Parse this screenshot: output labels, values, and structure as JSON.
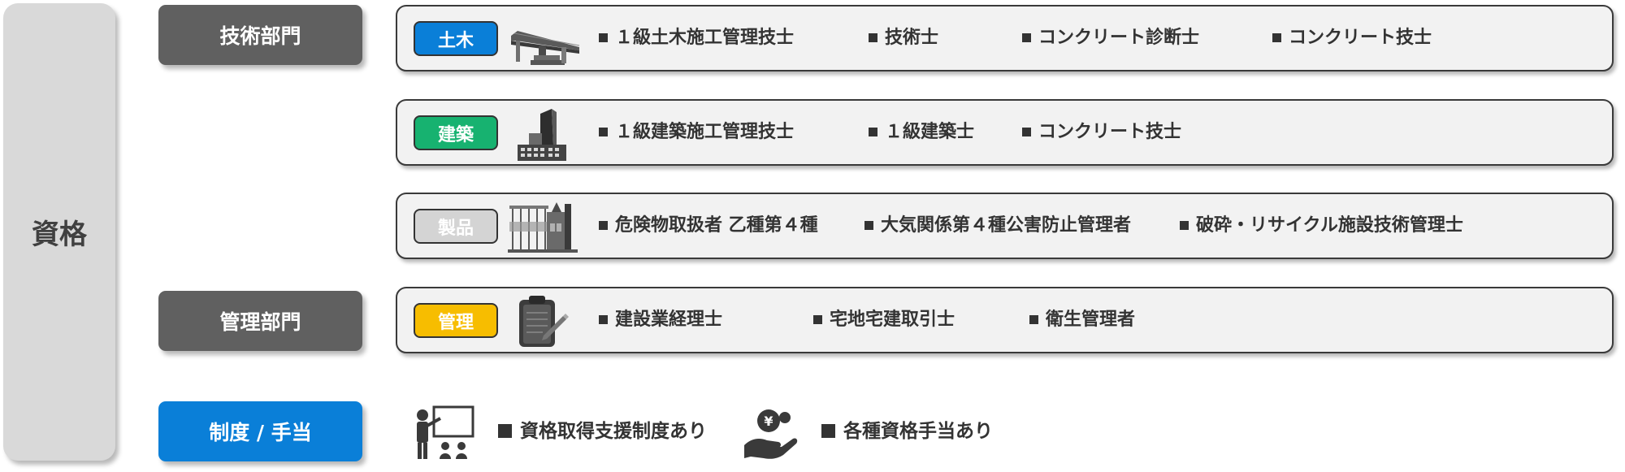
{
  "side_label": "資格",
  "departments": {
    "technical": "技術部門",
    "admin": "管理部門",
    "system": "制度 / 手当"
  },
  "colors": {
    "civil": "#0a7fd8",
    "architecture": "#17b270",
    "product": "#d4d4d4",
    "management": "#f7bd00",
    "system_box": "#0a7fd8",
    "dept_box": "#606060"
  },
  "rows": [
    {
      "badge": "土木",
      "icon": "bridge-icon",
      "items": [
        "１級土木施工管理技士",
        "技術士",
        "コンクリート診断士",
        "コンクリート技士"
      ]
    },
    {
      "badge": "建築",
      "icon": "building-icon",
      "items": [
        "１級建築施工管理技士",
        "１級建築士",
        "コンクリート技士"
      ]
    },
    {
      "badge": "製品",
      "icon": "factory-icon",
      "items": [
        "危険物取扱者 乙種第４種",
        "大気関係第４種公害防止管理者",
        "破砕・リサイクル施設技術管理士"
      ]
    },
    {
      "badge": "管理",
      "icon": "clipboard-icon",
      "items": [
        "建設業経理士",
        "宅地宅建取引士",
        "衛生管理者"
      ]
    }
  ],
  "system": {
    "items": [
      "資格取得支援制度あり",
      "各種資格手当あり"
    ],
    "icons": [
      "presentation-icon",
      "yen-hand-icon"
    ]
  }
}
